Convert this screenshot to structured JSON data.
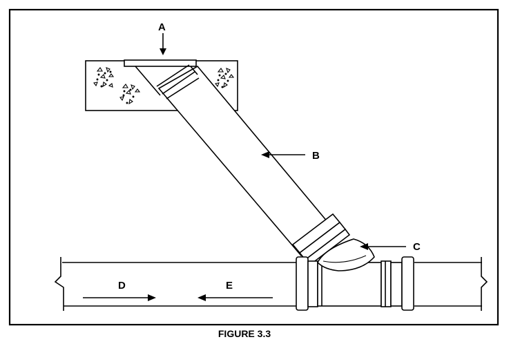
{
  "figure": {
    "caption": "FIGURE 3.3",
    "labels": {
      "a": "A",
      "b": "B",
      "c": "C",
      "d": "D",
      "e": "E"
    }
  }
}
